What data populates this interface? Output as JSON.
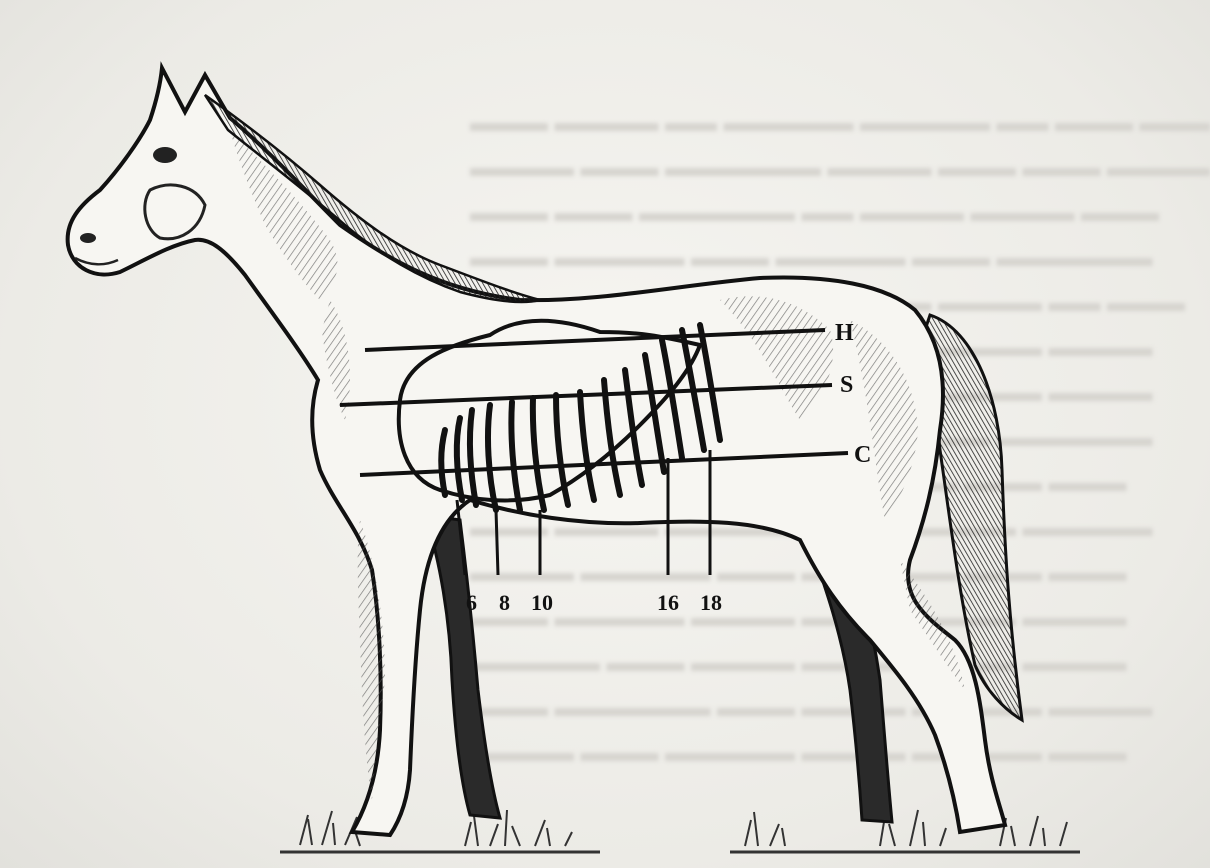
{
  "figure": {
    "line_labels": {
      "h": "H",
      "s": "S",
      "c": "C"
    },
    "rib_numbers": [
      "6",
      "8",
      "10",
      "16",
      "18"
    ]
  }
}
